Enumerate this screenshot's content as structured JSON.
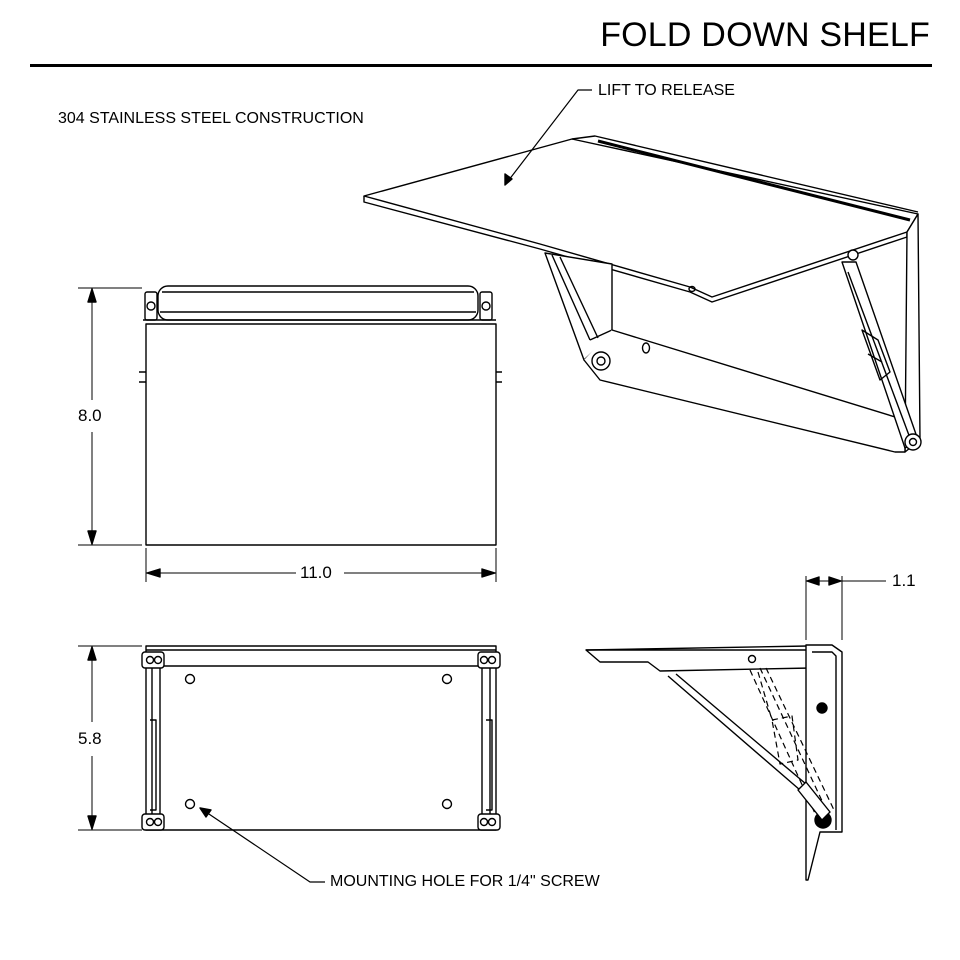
{
  "title": "FOLD DOWN SHELF",
  "notes": {
    "material": "304 STAINLESS STEEL CONSTRUCTION",
    "lift_callout": "LIFT TO RELEASE",
    "mounting_callout": "MOUNTING HOLE FOR 1/4\" SCREW"
  },
  "dimensions": {
    "height": "8.0",
    "width": "11.0",
    "depth": "5.8",
    "side_offset": "1.1"
  },
  "colors": {
    "line": "#000000",
    "background": "#ffffff"
  }
}
